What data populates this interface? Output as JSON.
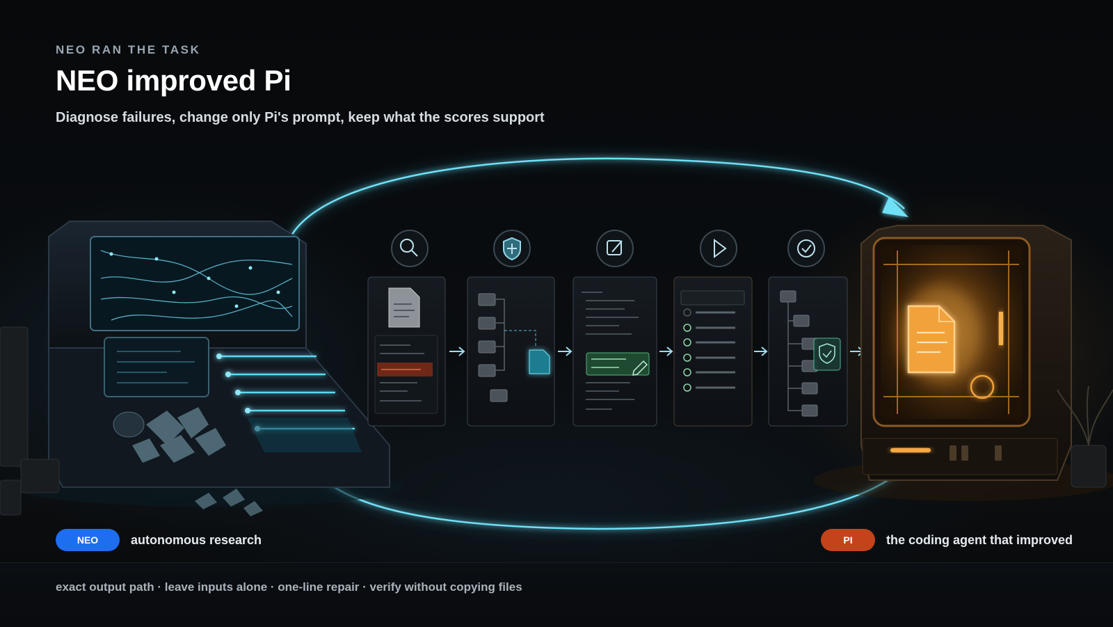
{
  "header": {
    "kicker": "NEO RAN THE TASK",
    "title": "NEO improved Pi",
    "subtitle": "Diagnose failures, change only Pi's prompt, keep what the scores support"
  },
  "pipeline": {
    "steps": [
      {
        "icon": "search-icon"
      },
      {
        "icon": "shield-icon"
      },
      {
        "icon": "edit-icon"
      },
      {
        "icon": "play-icon"
      },
      {
        "icon": "check-icon"
      }
    ]
  },
  "legend": {
    "neo_badge": "NEO",
    "neo_desc": "autonomous research",
    "pi_badge": "PI",
    "pi_desc": "the coding agent that improved"
  },
  "footer": {
    "text": "exact output path · leave inputs alone · one-line repair · verify without copying files"
  },
  "colors": {
    "accent_cyan": "#37c6e8",
    "neo_blue": "#1e6ef0",
    "pi_orange": "#c3441a",
    "amber_glow": "#f0a23a"
  }
}
